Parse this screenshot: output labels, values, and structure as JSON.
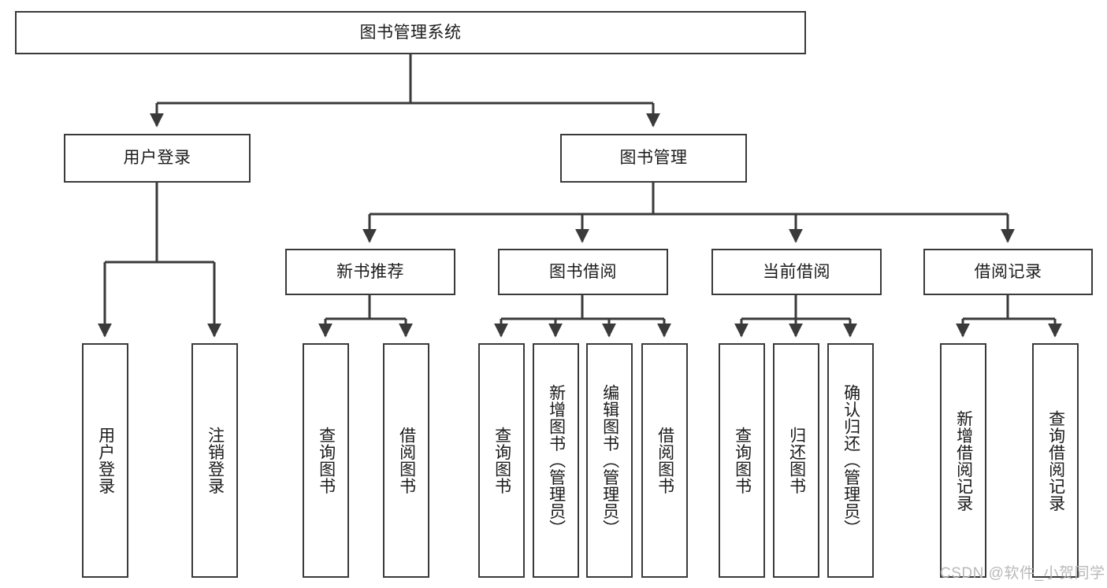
{
  "diagram": {
    "title": "图书管理系统",
    "type": "hierarchy-tree",
    "watermark": "CSDN @软件_小贺同学",
    "colors": {
      "box_border": "#3a3a3a",
      "box_fill": "#ffffff",
      "edge": "#3a3a3a",
      "text": "#1b1b1b",
      "watermark": "#b9b9b9"
    },
    "nodes": {
      "root": {
        "label": "图书管理系统"
      },
      "level2": [
        {
          "label": "用户登录"
        },
        {
          "label": "图书管理"
        }
      ],
      "level3": [
        {
          "label": "新书推荐"
        },
        {
          "label": "图书借阅"
        },
        {
          "label": "当前借阅"
        },
        {
          "label": "借阅记录"
        }
      ],
      "leaves": {
        "user_login": [
          {
            "label": "用户登录"
          },
          {
            "label": "注销登录"
          }
        ],
        "new_book": [
          {
            "label": "查询图书"
          },
          {
            "label": "借阅图书"
          }
        ],
        "book_borrow": [
          {
            "label": "查询图书"
          },
          {
            "label": "新增图书（管理员）"
          },
          {
            "label": "编辑图书（管理员）"
          },
          {
            "label": "借阅图书"
          }
        ],
        "current_borrow": [
          {
            "label": "查询图书"
          },
          {
            "label": "归还图书"
          },
          {
            "label": "确认归还（管理员）"
          }
        ],
        "borrow_record": [
          {
            "label": "新增借阅记录"
          },
          {
            "label": "查询借阅记录"
          }
        ]
      }
    }
  }
}
